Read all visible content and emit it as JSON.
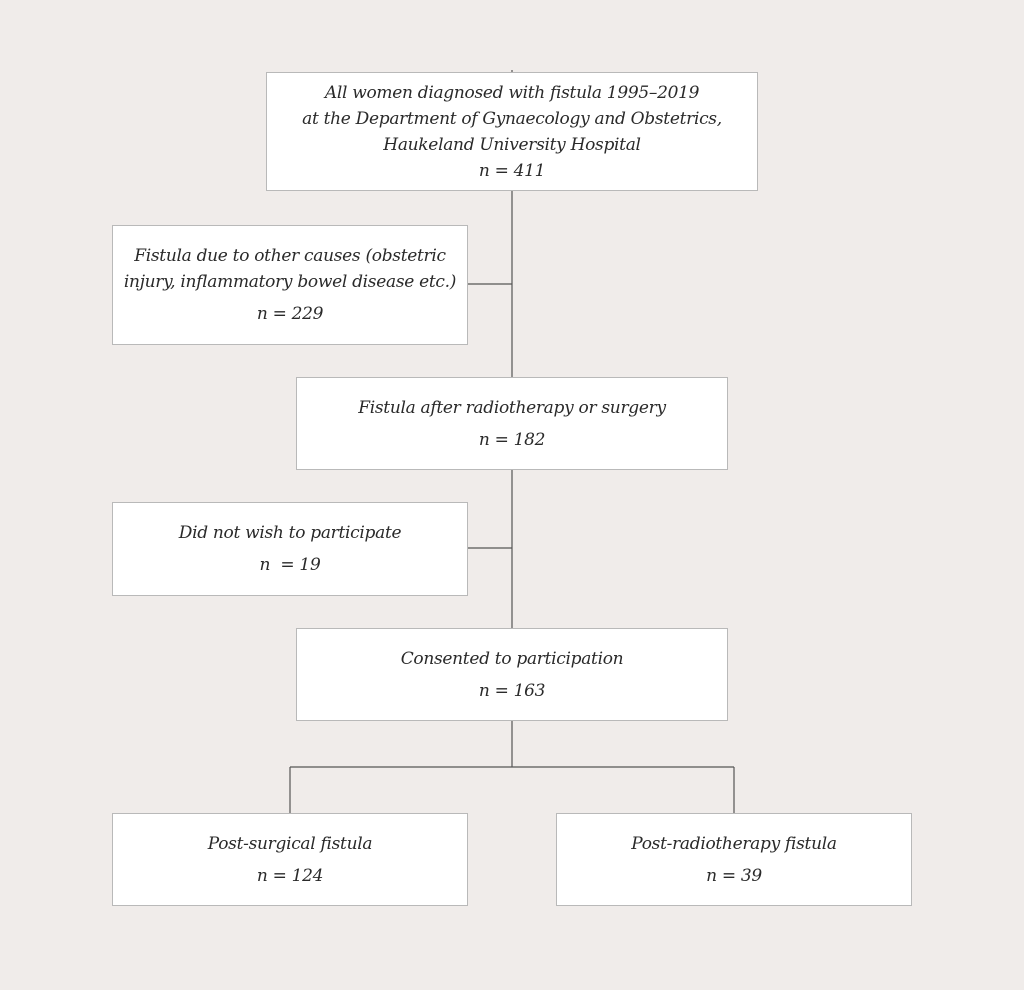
{
  "boxes": {
    "all_women": {
      "lines": [
        "All women diagnosed with fistula 1995–2019",
        "at the Department of Gynaecology and Obstetrics,",
        "Haukeland University Hospital"
      ],
      "n": "n = 411"
    },
    "other_causes": {
      "lines": [
        "Fistula due to other causes (obstetric",
        "injury, inflammatory bowel disease etc.)"
      ],
      "n": "n = 229"
    },
    "after_rt_surgery": {
      "lines": [
        "Fistula after radiotherapy or surgery"
      ],
      "n": "n = 182"
    },
    "declined": {
      "lines": [
        "Did not wish to participate"
      ],
      "n": "n  = 19"
    },
    "consented": {
      "lines": [
        "Consented to participation"
      ],
      "n": "n = 163"
    },
    "post_surgical": {
      "lines": [
        "Post-surgical fistula"
      ],
      "n": "n = 124"
    },
    "post_radiotherapy": {
      "lines": [
        "Post-radiotherapy fistula"
      ],
      "n": "n = 39"
    }
  },
  "colors": {
    "background": "#f0ecea",
    "box_fill": "#ffffff",
    "box_border": "#b9b9b9",
    "connector": "#555555",
    "text": "#2a2a2a"
  }
}
